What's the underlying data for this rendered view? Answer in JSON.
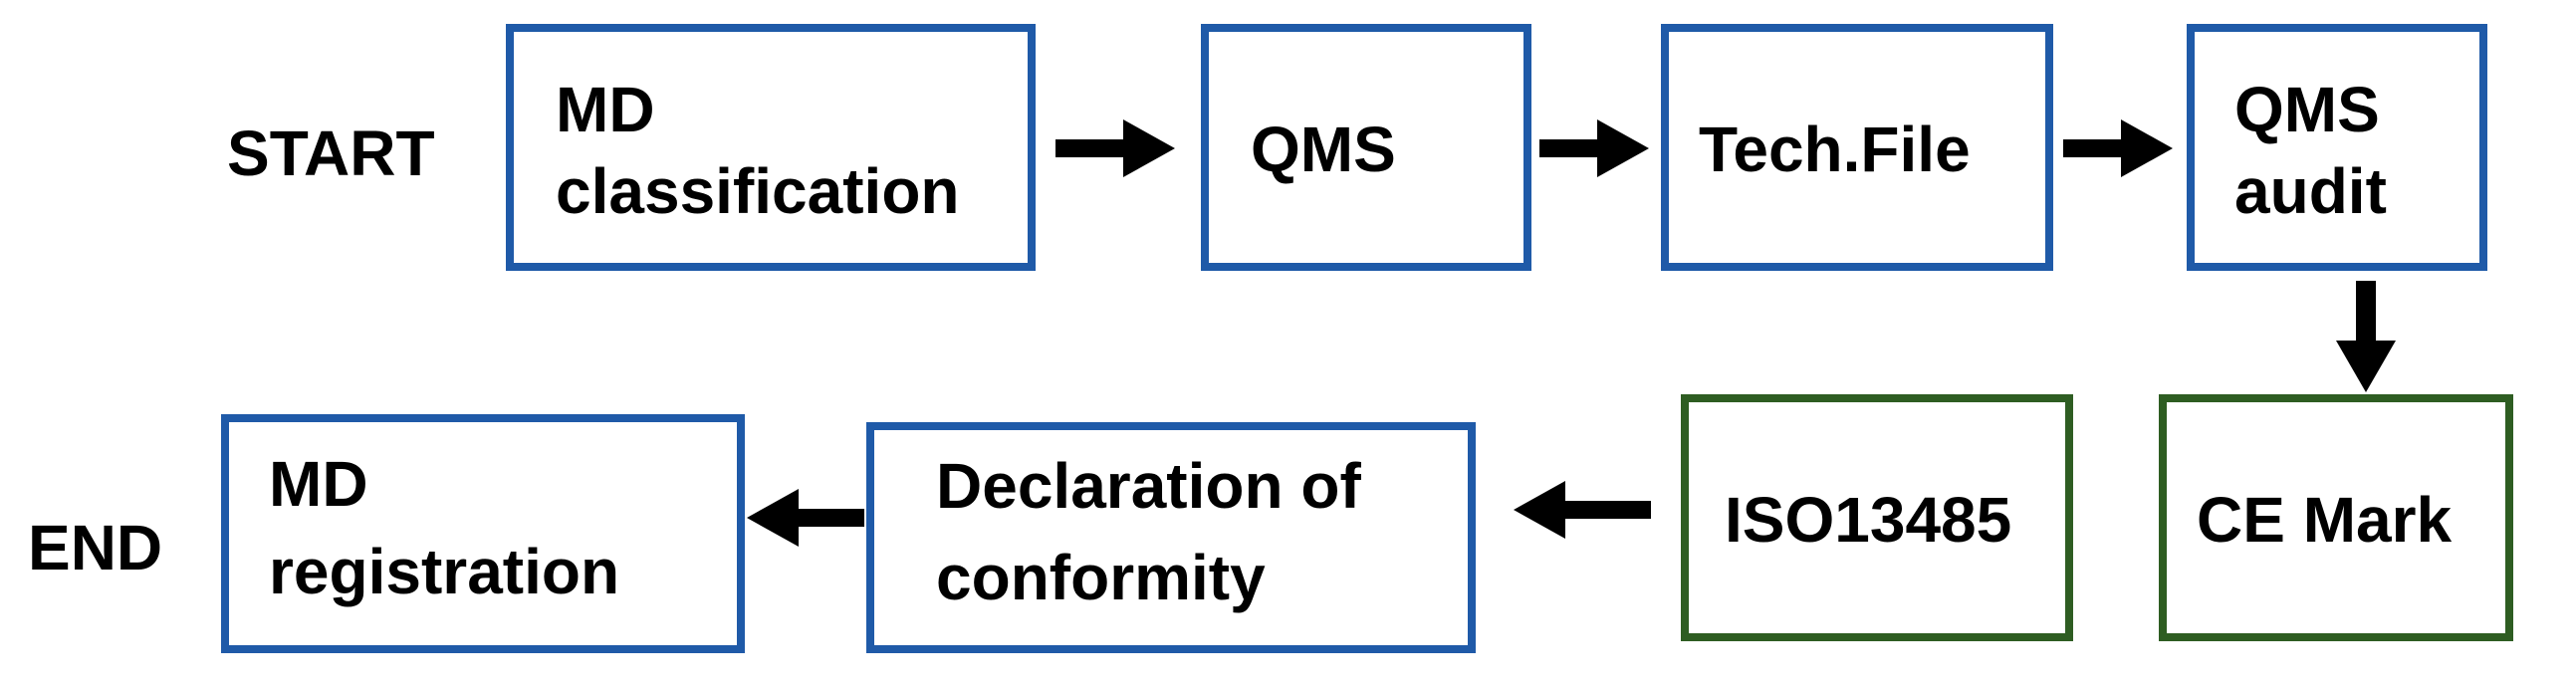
{
  "start_label": "START",
  "end_label": "END",
  "nodes": {
    "md_classification": {
      "line1": "MD",
      "line2": "classification"
    },
    "qms": {
      "line1": "QMS"
    },
    "tech_file": {
      "line1": "Tech.File"
    },
    "qms_audit": {
      "line1": "QMS",
      "line2": "audit"
    },
    "ce_mark": {
      "line1": "CE Mark"
    },
    "iso13485": {
      "line1": "ISO13485"
    },
    "declaration": {
      "line1": "Declaration of",
      "line2": "conformity"
    },
    "md_registration": {
      "line1": "MD",
      "line2": "registration"
    }
  },
  "colors": {
    "process_border": "#1f5aa8",
    "standard_border": "#2e5d22",
    "arrow": "#000000"
  }
}
